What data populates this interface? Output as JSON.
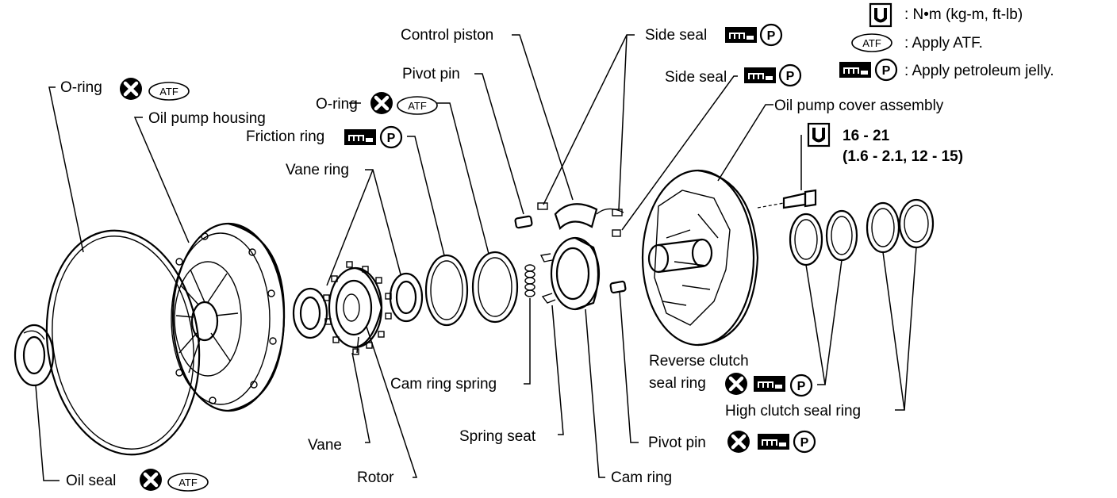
{
  "legend": {
    "torque_desc": ": N•m (kg-m, ft-lb)",
    "atf_desc": ": Apply ATF.",
    "jelly_desc": ": Apply petroleum jelly."
  },
  "symbols": {
    "atf_text": "ATF",
    "p_text": "P"
  },
  "labels": {
    "control_piston": "Control piston",
    "side_seal_top": "Side seal",
    "side_seal_mid": "Side seal",
    "pivot_pin_top": "Pivot pin",
    "o_ring_left": "O-ring",
    "oil_pump_housing": "Oil pump housing",
    "o_ring_mid": "O-ring",
    "friction_ring": "Friction ring",
    "vane_ring": "Vane ring",
    "oil_pump_cover_assembly": "Oil pump cover assembly",
    "torque_value": "16 - 21",
    "torque_conv": "(1.6 - 2.1, 12 - 15)",
    "reverse_clutch_1": "Reverse clutch",
    "reverse_clutch_2": "seal ring",
    "cam_ring_spring": "Cam ring spring",
    "high_clutch_seal_ring": "High clutch seal ring",
    "spring_seat": "Spring seat",
    "vane": "Vane",
    "pivot_pin_bottom": "Pivot pin",
    "oil_seal": "Oil seal",
    "rotor": "Rotor",
    "cam_ring": "Cam ring"
  }
}
